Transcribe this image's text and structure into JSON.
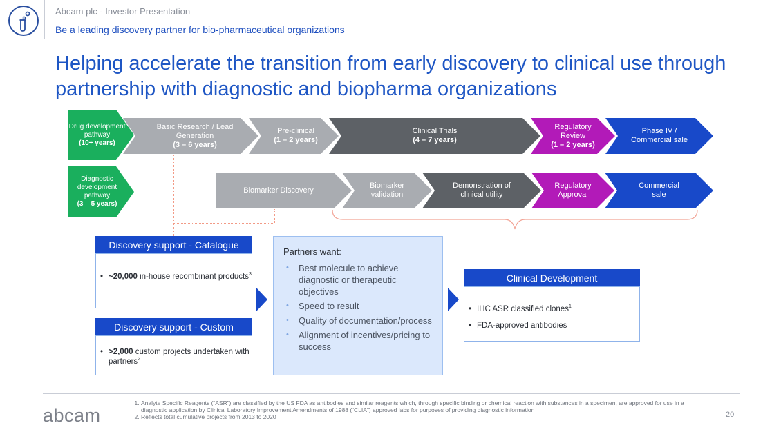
{
  "header": {
    "brand_line": "Abcam plc - Investor Presentation",
    "subtitle": "Be a leading discovery partner for bio-pharmaceutical organizations",
    "icon": "test-tube-icon"
  },
  "headline": "Helping accelerate the transition from early discovery to clinical use through partnership with diagnostic and biopharma organizations",
  "drug_pathway": {
    "label": "Drug development pathway",
    "duration": "(10+ years)",
    "stages": [
      {
        "name": "Basic Research / Lead Generation",
        "duration": "(3 – 6 years)"
      },
      {
        "name": "Pre-clinical",
        "duration": "(1 – 2 years)"
      },
      {
        "name": "Clinical Trials",
        "duration": "(4 – 7 years)"
      },
      {
        "name": "Regulatory Review",
        "duration": "(1 – 2 years)"
      },
      {
        "name": "Phase IV / Commercial sale",
        "duration": ""
      }
    ]
  },
  "diagnostic_pathway": {
    "label": "Diagnostic development pathway",
    "duration": "(3 – 5 years)",
    "stages": [
      {
        "name": "Biomarker Discovery"
      },
      {
        "name": "Biomarker validation"
      },
      {
        "name": "Demonstration of clinical utility"
      },
      {
        "name": "Regulatory Approval"
      },
      {
        "name": "Commercial sale"
      }
    ]
  },
  "catalogue": {
    "title": "Discovery support - Catalogue",
    "bold": "~20,000",
    "text": " in-house recombinant products",
    "sup": "3"
  },
  "custom": {
    "title": "Discovery support - Custom",
    "bold": ">2,000",
    "text": " custom projects undertaken with partners",
    "sup": "2"
  },
  "partners": {
    "title": "Partners want:",
    "items": [
      "Best molecule to achieve diagnostic or therapeutic objectives",
      "Speed to result",
      "Quality of documentation/process",
      "Alignment of incentives/pricing to success"
    ]
  },
  "clinical": {
    "title": "Clinical Development",
    "item1": "IHC ASR classified clones",
    "item1_sup": "1",
    "item2": "FDA-approved antibodies"
  },
  "footer": {
    "wordmark": "abcam",
    "notes": [
      "Analyte Specific Reagents (“ASR”) are classified by the US FDA as antibodies and similar reagents which, through specific binding or chemical reaction with substances in a specimen, are approved for use in a diagnostic application by Clinical Laboratory Improvement Amendments of 1988 (“CLIA”) approved labs for purposes of providing diagnostic information",
      "Reflects total cumulative projects from 2013 to 2020"
    ],
    "page_number": "20"
  },
  "colors": {
    "accent_blue": "#1849c9",
    "green": "#1aaf5d",
    "magenta": "#b21ab8",
    "dark_gray": "#5d6166",
    "light_gray": "#a9acb1"
  }
}
